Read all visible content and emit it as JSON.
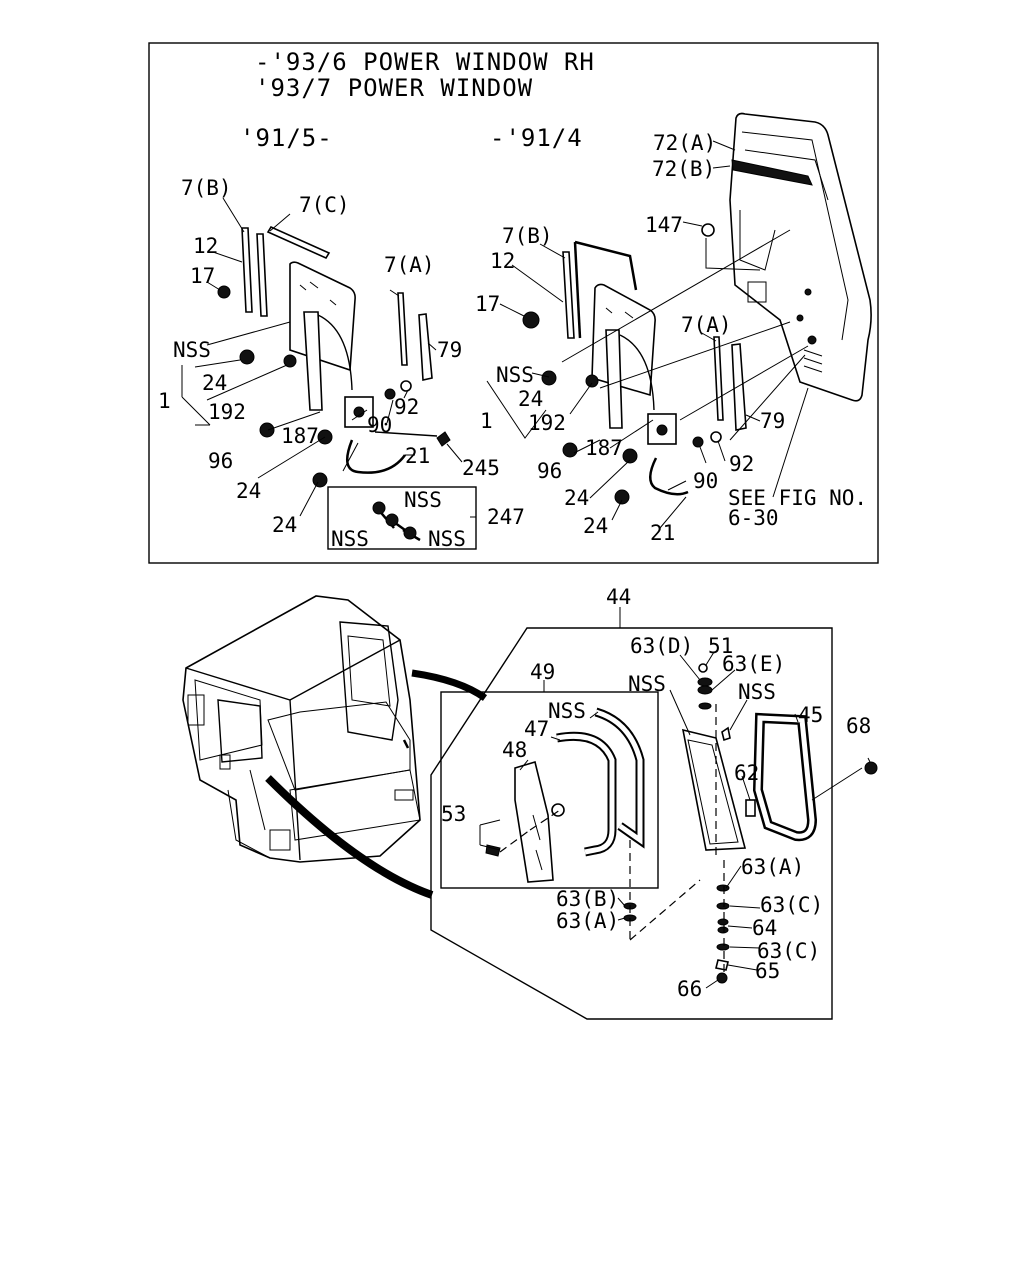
{
  "header": {
    "line1": "-'93/6 POWER WINDOW RH",
    "line2": "'93/7 POWER WINDOW",
    "left_variant": "'91/5-",
    "right_variant": "-'91/4"
  },
  "callouts": {
    "l_7b": "7(B)",
    "l_7c": "7(C)",
    "l_12": "12",
    "l_17": "17",
    "l_7a": "7(A)",
    "l_79": "79",
    "l_nss": "NSS",
    "l_24a": "24",
    "l_1": "1",
    "l_192": "192",
    "l_92": "92",
    "l_90": "90",
    "l_96": "96",
    "l_187": "187",
    "l_24b": "24",
    "l_21": "21",
    "l_245": "245",
    "l_24c": "24",
    "l_247": "247",
    "l_nss_b1": "NSS",
    "l_nss_b2": "NSS",
    "l_nss_b3": "NSS",
    "r_7b": "7(B)",
    "r_12": "12",
    "r_17": "17",
    "r_nss": "NSS",
    "r_24a": "24",
    "r_1": "1",
    "r_192": "192",
    "r_96": "96",
    "r_187": "187",
    "r_7a": "7(A)",
    "r_79": "79",
    "r_92": "92",
    "r_90": "90",
    "r_24b": "24",
    "r_24c": "24",
    "r_21": "21",
    "r_72a": "72(A)",
    "r_72b": "72(B)",
    "r_147": "147",
    "see_fig": "SEE FIG NO.",
    "see_fig_no": "6-30",
    "b_44": "44",
    "b_49": "49",
    "b_nss1": "NSS",
    "b_47": "47",
    "b_48": "48",
    "b_53": "53",
    "b_63b": "63(B)",
    "b_63a_l": "63(A)",
    "b_63d": "63(D)",
    "b_51": "51",
    "b_63e": "63(E)",
    "b_nss2": "NSS",
    "b_nss3": "NSS",
    "b_45": "45",
    "b_68": "68",
    "b_62": "62",
    "b_63a": "63(A)",
    "b_63c1": "63(C)",
    "b_64": "64",
    "b_63c2": "63(C)",
    "b_65": "65",
    "b_66": "66"
  }
}
